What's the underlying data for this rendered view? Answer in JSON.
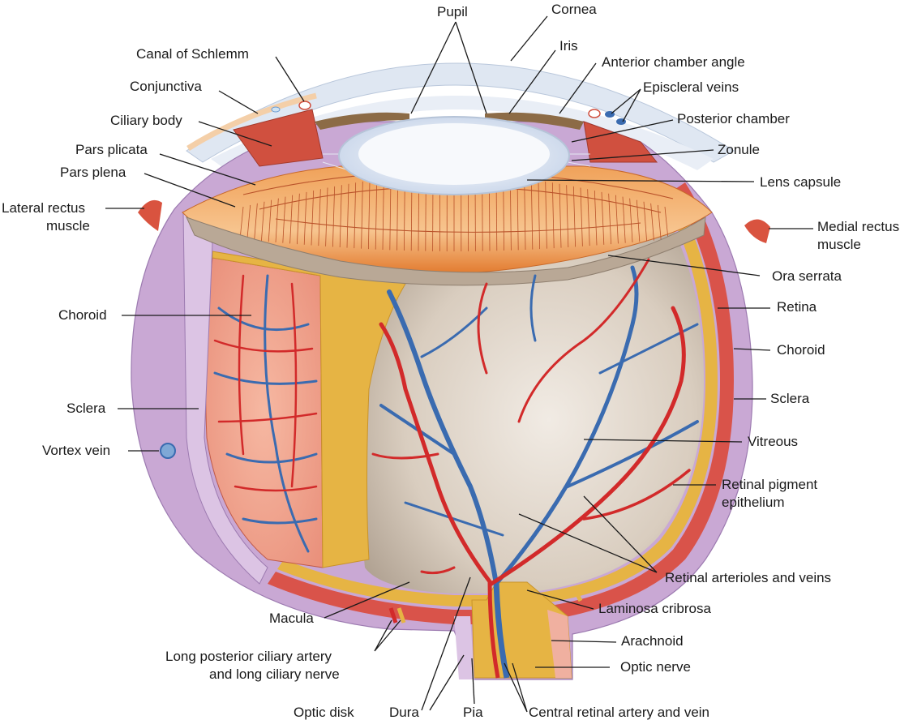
{
  "labels": {
    "pupil": "Pupil",
    "cornea": "Cornea",
    "iris": "Iris",
    "canal_of_schlemm": "Canal of Schlemm",
    "anterior_chamber_angle": "Anterior chamber angle",
    "conjunctiva": "Conjunctiva",
    "episcleral_veins": "Episcleral veins",
    "ciliary_body": "Ciliary body",
    "posterior_chamber": "Posterior chamber",
    "pars_plicata": "Pars plicata",
    "zonule": "Zonule",
    "pars_plena": "Pars plena",
    "lens_capsule": "Lens capsule",
    "lateral_rectus_1": "Lateral rectus",
    "lateral_rectus_2": "muscle",
    "medial_rectus_1": "Medial rectus",
    "medial_rectus_2": "muscle",
    "ora_serrata": "Ora serrata",
    "choroid_left": "Choroid",
    "retina": "Retina",
    "choroid_right": "Choroid",
    "sclera_left": "Sclera",
    "sclera_right": "Sclera",
    "vortex_vein": "Vortex vein",
    "vitreous": "Vitreous",
    "rpe_1": "Retinal pigment",
    "rpe_2": "epithelium",
    "retinal_arterioles": "Retinal arterioles and veins",
    "macula": "Macula",
    "laminosa_cribrosa": "Laminosa cribrosa",
    "arachnoid": "Arachnoid",
    "long_ciliary_1": "Long posterior ciliary artery",
    "long_ciliary_2": "and long ciliary nerve",
    "optic_nerve": "Optic nerve",
    "optic_disk": "Optic disk",
    "dura": "Dura",
    "pia": "Pia",
    "central_retinal": "Central retinal artery and vein"
  },
  "colors": {
    "sclera": "#c9a8d4",
    "choroid": "#d9534a",
    "retina": "#e6b444",
    "ciliary": "#e88a3c",
    "vitreous": "#d8cbbf",
    "artery": "#d22a2a",
    "vein": "#3a6bb0",
    "lens": "#eef3fa",
    "cornea": "#dde6f2"
  }
}
